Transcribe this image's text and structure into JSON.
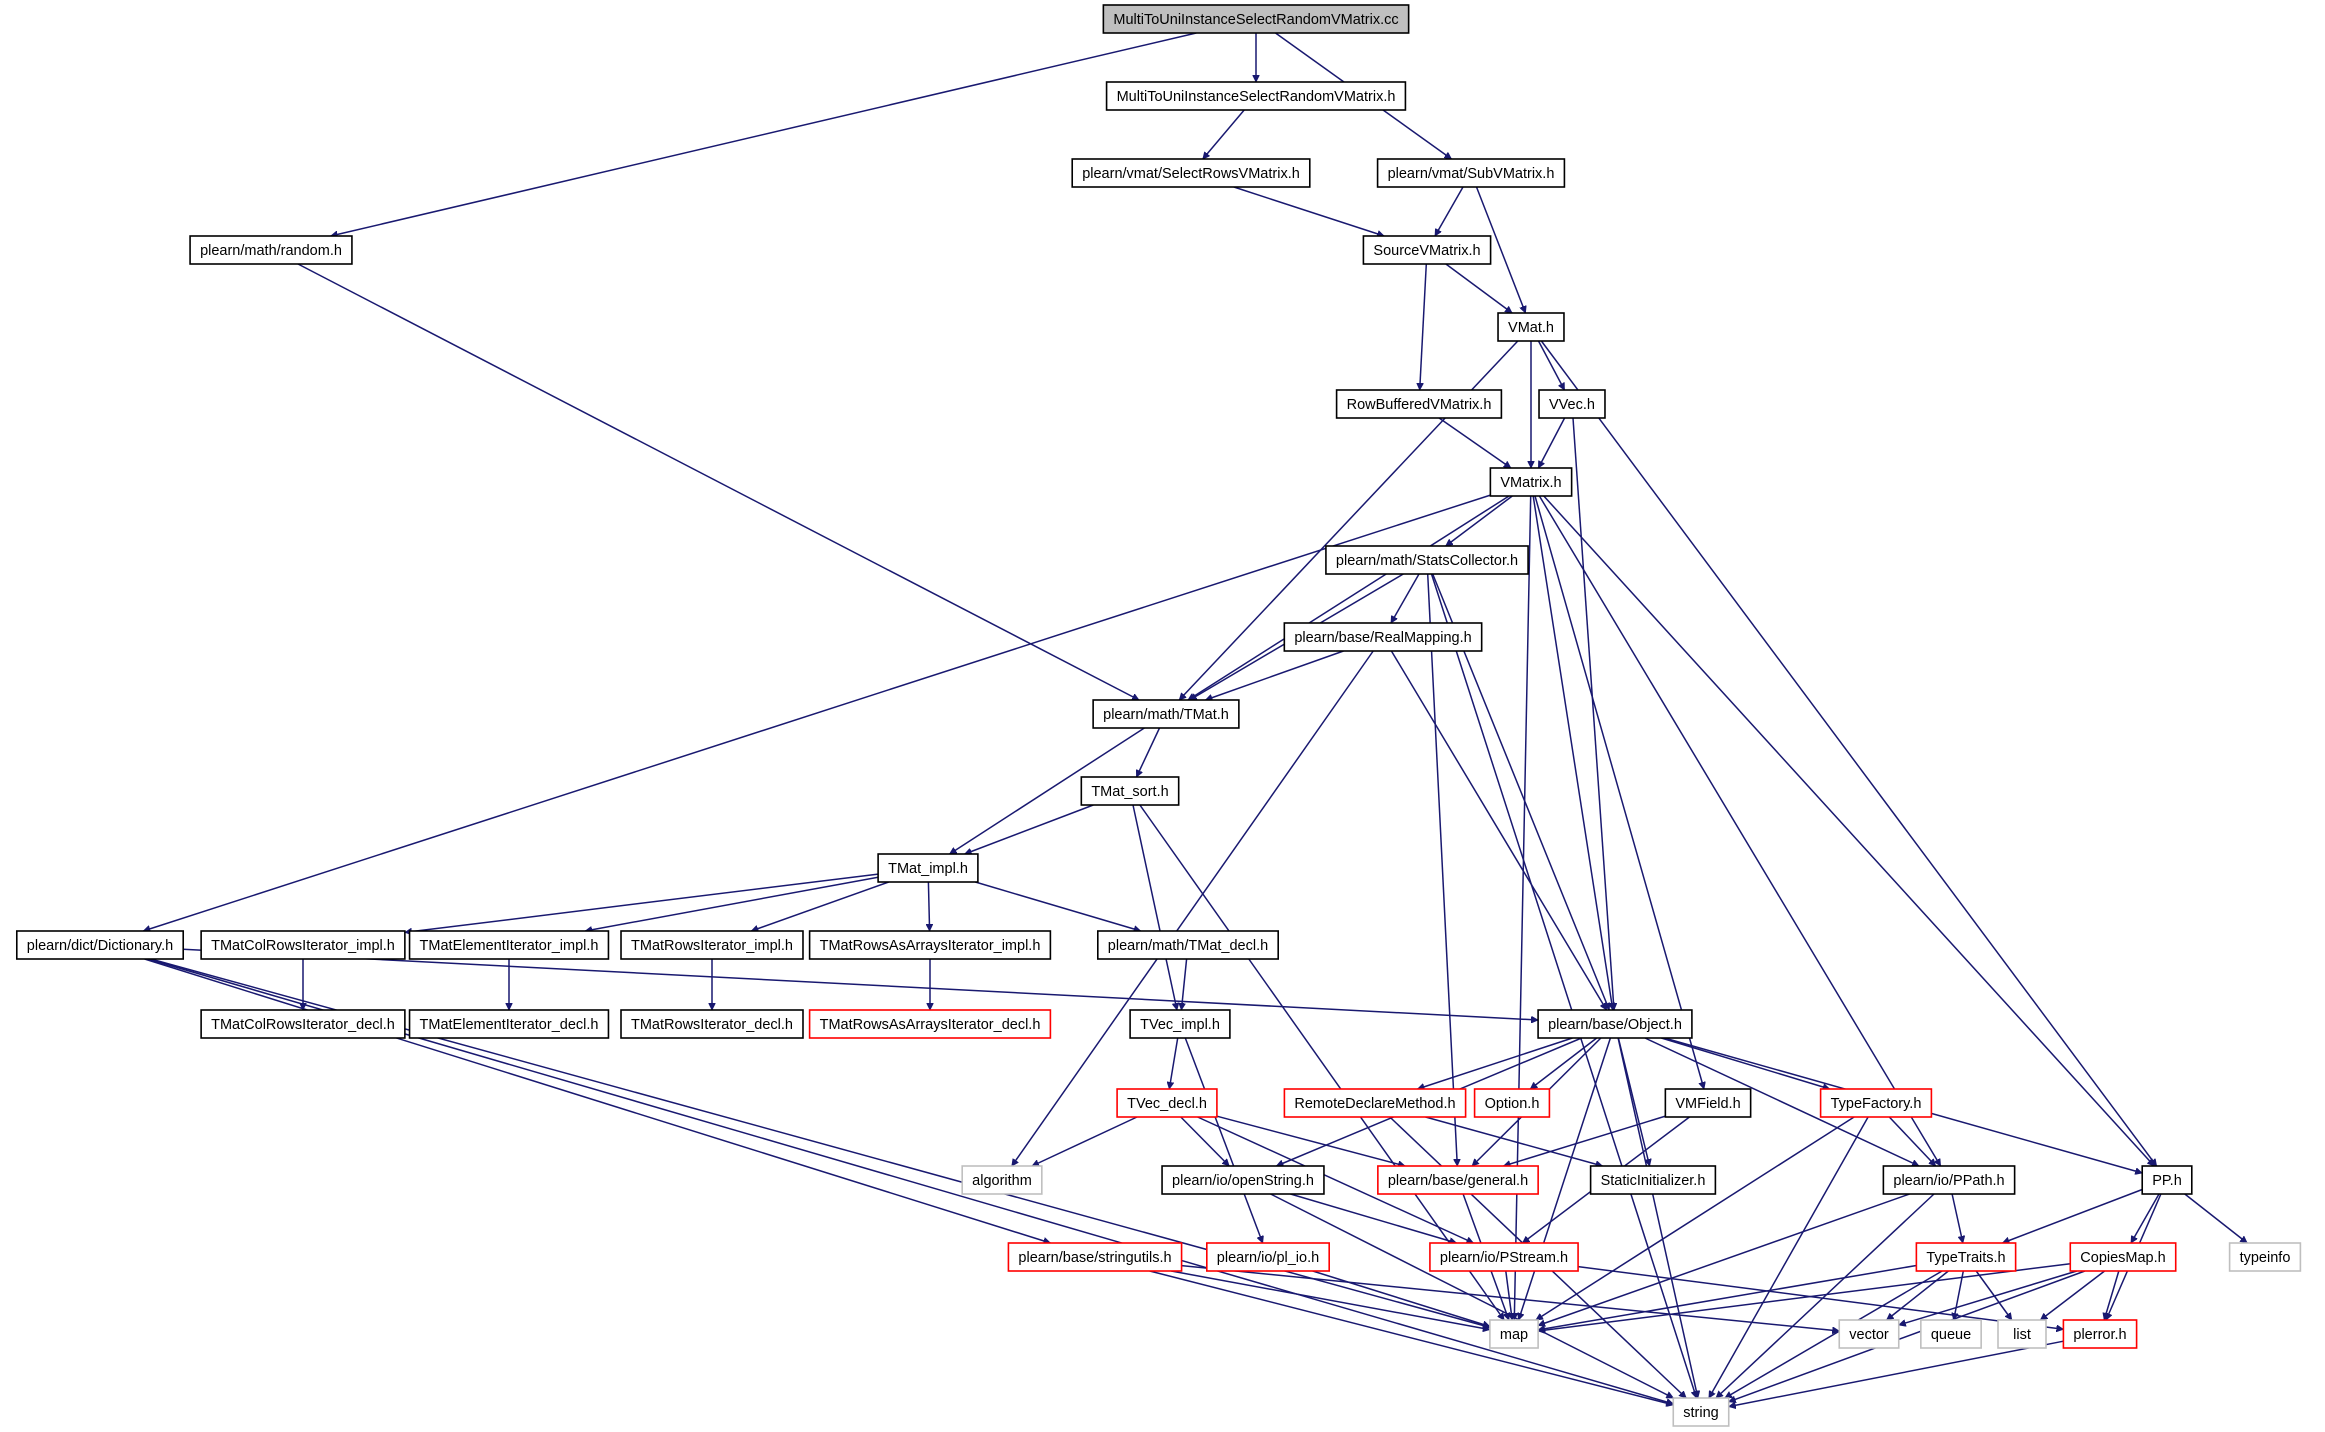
{
  "diagram": {
    "type": "include-dependency-graph",
    "colors": {
      "edge": "#191970",
      "root_fill": "#bfbfbf",
      "node_border": "#000000",
      "truncated_border": "#ff0000",
      "system_border": "#bfbfbf",
      "system_text": "#555555"
    },
    "nodes": [
      {
        "id": "root",
        "label": "MultiToUniInstanceSelectRandomVMatrix.cc",
        "kind": "root"
      },
      {
        "id": "mtuh",
        "label": "MultiToUniInstanceSelectRandomVMatrix.h",
        "kind": "normal"
      },
      {
        "id": "random",
        "label": "plearn/math/random.h",
        "kind": "normal"
      },
      {
        "id": "selrows",
        "label": "plearn/vmat/SelectRowsVMatrix.h",
        "kind": "normal"
      },
      {
        "id": "subv",
        "label": "plearn/vmat/SubVMatrix.h",
        "kind": "normal"
      },
      {
        "id": "sourcev",
        "label": "SourceVMatrix.h",
        "kind": "normal"
      },
      {
        "id": "vmat",
        "label": "VMat.h",
        "kind": "normal"
      },
      {
        "id": "rowbuf",
        "label": "RowBufferedVMatrix.h",
        "kind": "normal"
      },
      {
        "id": "vvec",
        "label": "VVec.h",
        "kind": "normal"
      },
      {
        "id": "vmatrix",
        "label": "VMatrix.h",
        "kind": "normal"
      },
      {
        "id": "stats",
        "label": "plearn/math/StatsCollector.h",
        "kind": "normal"
      },
      {
        "id": "realmap",
        "label": "plearn/base/RealMapping.h",
        "kind": "normal"
      },
      {
        "id": "tmat",
        "label": "plearn/math/TMat.h",
        "kind": "normal"
      },
      {
        "id": "tmatsort",
        "label": "TMat_sort.h",
        "kind": "normal"
      },
      {
        "id": "tmatimpl",
        "label": "TMat_impl.h",
        "kind": "normal"
      },
      {
        "id": "dict",
        "label": "plearn/dict/Dictionary.h",
        "kind": "normal"
      },
      {
        "id": "colrows",
        "label": "TMatColRowsIterator_impl.h",
        "kind": "normal"
      },
      {
        "id": "elemit",
        "label": "TMatElementIterator_impl.h",
        "kind": "normal"
      },
      {
        "id": "rowsit",
        "label": "TMatRowsIterator_impl.h",
        "kind": "normal"
      },
      {
        "id": "rowsarr",
        "label": "TMatRowsAsArraysIterator_impl.h",
        "kind": "normal"
      },
      {
        "id": "tmatdecl",
        "label": "plearn/math/TMat_decl.h",
        "kind": "normal"
      },
      {
        "id": "colrowsd",
        "label": "TMatColRowsIterator_decl.h",
        "kind": "normal"
      },
      {
        "id": "elemitd",
        "label": "TMatElementIterator_decl.h",
        "kind": "normal"
      },
      {
        "id": "rowsitd",
        "label": "TMatRowsIterator_decl.h",
        "kind": "normal"
      },
      {
        "id": "rowsarrd",
        "label": "TMatRowsAsArraysIterator_decl.h",
        "kind": "truncated"
      },
      {
        "id": "tvecimpl",
        "label": "TVec_impl.h",
        "kind": "normal"
      },
      {
        "id": "object",
        "label": "plearn/base/Object.h",
        "kind": "normal"
      },
      {
        "id": "tvecdecl",
        "label": "TVec_decl.h",
        "kind": "truncated"
      },
      {
        "id": "remote",
        "label": "RemoteDeclareMethod.h",
        "kind": "truncated"
      },
      {
        "id": "option",
        "label": "Option.h",
        "kind": "truncated"
      },
      {
        "id": "vmfield",
        "label": "VMField.h",
        "kind": "normal"
      },
      {
        "id": "typefac",
        "label": "TypeFactory.h",
        "kind": "truncated"
      },
      {
        "id": "algorithm",
        "label": "algorithm",
        "kind": "system"
      },
      {
        "id": "openstr",
        "label": "plearn/io/openString.h",
        "kind": "normal"
      },
      {
        "id": "general",
        "label": "plearn/base/general.h",
        "kind": "truncated"
      },
      {
        "id": "staticinit",
        "label": "StaticInitializer.h",
        "kind": "normal"
      },
      {
        "id": "ppath",
        "label": "plearn/io/PPath.h",
        "kind": "normal"
      },
      {
        "id": "pp",
        "label": "PP.h",
        "kind": "normal"
      },
      {
        "id": "typeinfo",
        "label": "typeinfo",
        "kind": "system"
      },
      {
        "id": "strutils",
        "label": "plearn/base/stringutils.h",
        "kind": "truncated"
      },
      {
        "id": "plio",
        "label": "plearn/io/pl_io.h",
        "kind": "truncated"
      },
      {
        "id": "pstream",
        "label": "plearn/io/PStream.h",
        "kind": "truncated"
      },
      {
        "id": "typetraits",
        "label": "TypeTraits.h",
        "kind": "truncated"
      },
      {
        "id": "copiesmap",
        "label": "CopiesMap.h",
        "kind": "truncated"
      },
      {
        "id": "map",
        "label": "map",
        "kind": "system"
      },
      {
        "id": "vector",
        "label": "vector",
        "kind": "system"
      },
      {
        "id": "queue",
        "label": "queue",
        "kind": "system"
      },
      {
        "id": "list",
        "label": "list",
        "kind": "system"
      },
      {
        "id": "plerror",
        "label": "plerror.h",
        "kind": "truncated"
      },
      {
        "id": "string",
        "label": "string",
        "kind": "system"
      }
    ],
    "edges": [
      [
        "root",
        "mtuh"
      ],
      [
        "root",
        "random"
      ],
      [
        "root",
        "subv"
      ],
      [
        "mtuh",
        "selrows"
      ],
      [
        "selrows",
        "sourcev"
      ],
      [
        "subv",
        "sourcev"
      ],
      [
        "subv",
        "vmat"
      ],
      [
        "sourcev",
        "vmat"
      ],
      [
        "sourcev",
        "rowbuf"
      ],
      [
        "vmat",
        "vvec"
      ],
      [
        "vmat",
        "vmatrix"
      ],
      [
        "vmat",
        "tmat"
      ],
      [
        "vmat",
        "pp"
      ],
      [
        "rowbuf",
        "vmatrix"
      ],
      [
        "vvec",
        "vmatrix"
      ],
      [
        "vvec",
        "object"
      ],
      [
        "vmatrix",
        "stats"
      ],
      [
        "vmatrix",
        "tmat"
      ],
      [
        "vmatrix",
        "object"
      ],
      [
        "vmatrix",
        "vmfield"
      ],
      [
        "vmatrix",
        "ppath"
      ],
      [
        "vmatrix",
        "pp"
      ],
      [
        "vmatrix",
        "dict"
      ],
      [
        "vmatrix",
        "map"
      ],
      [
        "random",
        "tmat"
      ],
      [
        "stats",
        "realmap"
      ],
      [
        "stats",
        "tmat"
      ],
      [
        "stats",
        "object"
      ],
      [
        "stats",
        "string"
      ],
      [
        "stats",
        "general"
      ],
      [
        "realmap",
        "tmat"
      ],
      [
        "realmap",
        "object"
      ],
      [
        "realmap",
        "algorithm"
      ],
      [
        "tmat",
        "tmatsort"
      ],
      [
        "tmat",
        "tmatimpl"
      ],
      [
        "tmatsort",
        "tmatimpl"
      ],
      [
        "tmatsort",
        "tvecimpl"
      ],
      [
        "tmatsort",
        "map"
      ],
      [
        "tmatimpl",
        "colrows"
      ],
      [
        "tmatimpl",
        "elemit"
      ],
      [
        "tmatimpl",
        "rowsit"
      ],
      [
        "tmatimpl",
        "rowsarr"
      ],
      [
        "tmatimpl",
        "tmatdecl"
      ],
      [
        "colrows",
        "colrowsd"
      ],
      [
        "elemit",
        "elemitd"
      ],
      [
        "rowsit",
        "rowsitd"
      ],
      [
        "rowsarr",
        "rowsarrd"
      ],
      [
        "tmatdecl",
        "tvecimpl"
      ],
      [
        "tvecimpl",
        "tvecdecl"
      ],
      [
        "tvecimpl",
        "plio"
      ],
      [
        "tvecdecl",
        "algorithm"
      ],
      [
        "tvecdecl",
        "openstr"
      ],
      [
        "tvecdecl",
        "general"
      ],
      [
        "tvecdecl",
        "pstream"
      ],
      [
        "dict",
        "object"
      ],
      [
        "dict",
        "strutils"
      ],
      [
        "dict",
        "map"
      ],
      [
        "dict",
        "string"
      ],
      [
        "object",
        "remote"
      ],
      [
        "object",
        "option"
      ],
      [
        "object",
        "typefac"
      ],
      [
        "object",
        "staticinit"
      ],
      [
        "object",
        "openstr"
      ],
      [
        "object",
        "general"
      ],
      [
        "object",
        "ppath"
      ],
      [
        "object",
        "pp"
      ],
      [
        "object",
        "map"
      ],
      [
        "object",
        "string"
      ],
      [
        "remote",
        "staticinit"
      ],
      [
        "remote",
        "string"
      ],
      [
        "vmfield",
        "general"
      ],
      [
        "vmfield",
        "pstream"
      ],
      [
        "typefac",
        "ppath"
      ],
      [
        "typefac",
        "map"
      ],
      [
        "typefac",
        "string"
      ],
      [
        "openstr",
        "pstream"
      ],
      [
        "openstr",
        "string"
      ],
      [
        "general",
        "map"
      ],
      [
        "ppath",
        "typetraits"
      ],
      [
        "ppath",
        "map"
      ],
      [
        "ppath",
        "string"
      ],
      [
        "pp",
        "typetraits"
      ],
      [
        "pp",
        "copiesmap"
      ],
      [
        "pp",
        "plerror"
      ],
      [
        "pp",
        "typeinfo"
      ],
      [
        "strutils",
        "map"
      ],
      [
        "strutils",
        "vector"
      ],
      [
        "strutils",
        "string"
      ],
      [
        "plio",
        "map"
      ],
      [
        "pstream",
        "map"
      ],
      [
        "pstream",
        "plerror"
      ],
      [
        "typetraits",
        "map"
      ],
      [
        "typetraits",
        "vector"
      ],
      [
        "typetraits",
        "queue"
      ],
      [
        "typetraits",
        "list"
      ],
      [
        "typetraits",
        "string"
      ],
      [
        "copiesmap",
        "map"
      ],
      [
        "copiesmap",
        "vector"
      ],
      [
        "copiesmap",
        "list"
      ],
      [
        "copiesmap",
        "plerror"
      ],
      [
        "copiesmap",
        "string"
      ],
      [
        "plerror",
        "string"
      ]
    ]
  }
}
